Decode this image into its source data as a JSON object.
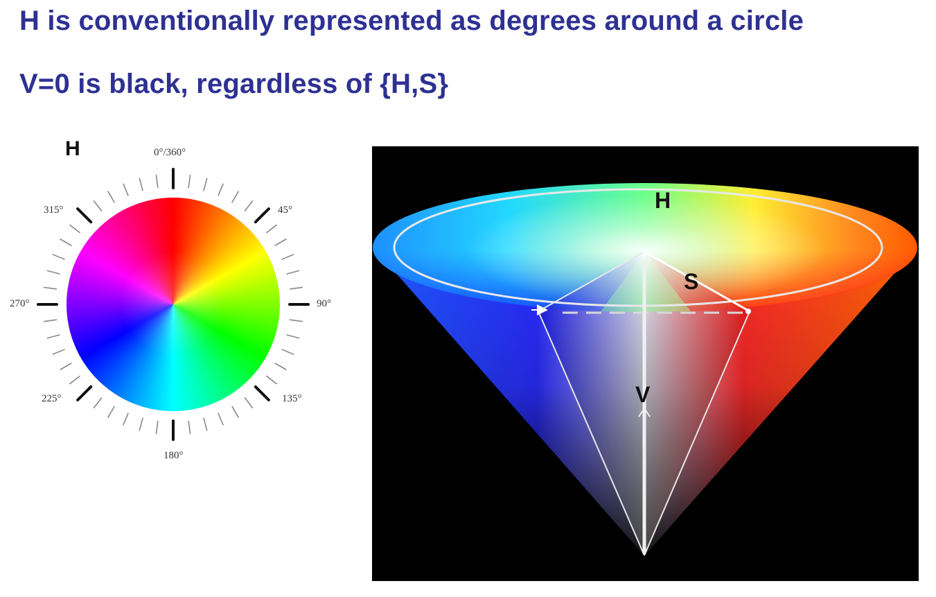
{
  "headings": {
    "line1": "H is conventionally represented as degrees around a circle",
    "line2": "V=0 is black, regardless of {H,S}"
  },
  "hue_wheel": {
    "axis_label": "H",
    "degree_labels": {
      "top": "0°/360°",
      "d45": "45°",
      "d90": "90°",
      "d135": "135°",
      "d180": "180°",
      "d225": "225°",
      "d270": "270°",
      "d315": "315°"
    }
  },
  "cone": {
    "label_h": "H",
    "label_s": "S",
    "label_v": "V"
  },
  "colors": {
    "heading": "#2e3192",
    "panel_bg": "#000000"
  }
}
